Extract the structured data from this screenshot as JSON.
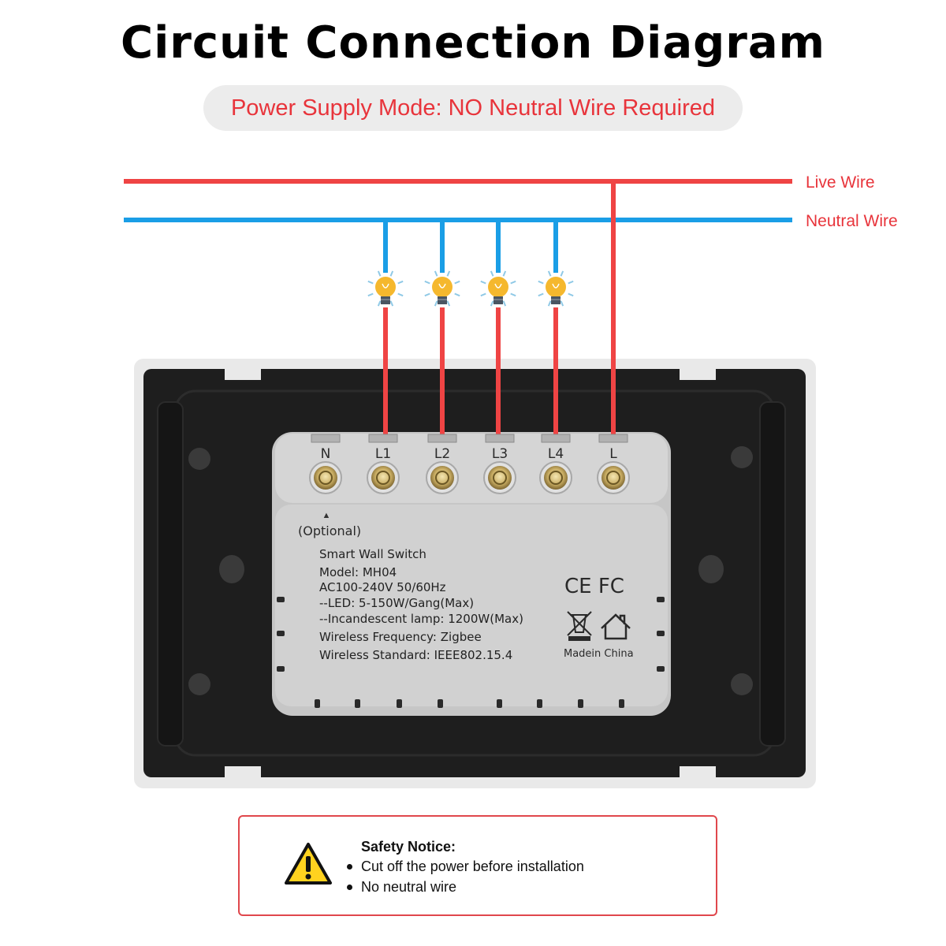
{
  "title": "Circuit Connection Diagram",
  "subtitle": "Power Supply Mode: NO Neutral Wire Required",
  "wires": {
    "live_label": "Live Wire",
    "neutral_label": "Neutral Wire",
    "live_color": "#ef4444",
    "neutral_color": "#1a9ee6"
  },
  "terminals": [
    "N",
    "L1",
    "L2",
    "L3",
    "L4",
    "L"
  ],
  "optional_note": "(Optional)",
  "optional_arrow": "▲",
  "device_label": {
    "lines": [
      "Smart Wall Switch",
      "Model: MH04",
      "AC100-240V 50/60Hz",
      "--LED: 5-150W/Gang(Max)",
      "--Incandescent lamp: 1200W(Max)",
      "Wireless Frequency: Zigbee",
      "Wireless Standard: IEEE802.15.4"
    ],
    "certifications": "CE FC",
    "made_in": "Madein China",
    "icons": [
      "ce-mark",
      "fcc-mark",
      "weee-bin-icon",
      "house-icon"
    ]
  },
  "lamps": {
    "count": 4,
    "icon": "light-bulb-icon",
    "color": "#f5b82e"
  },
  "safety": {
    "title": "Safety Notice:",
    "items": [
      "Cut off the power before installation",
      "No neutral wire"
    ],
    "icon": "warning-triangle-icon",
    "accent": "#e0474c"
  }
}
